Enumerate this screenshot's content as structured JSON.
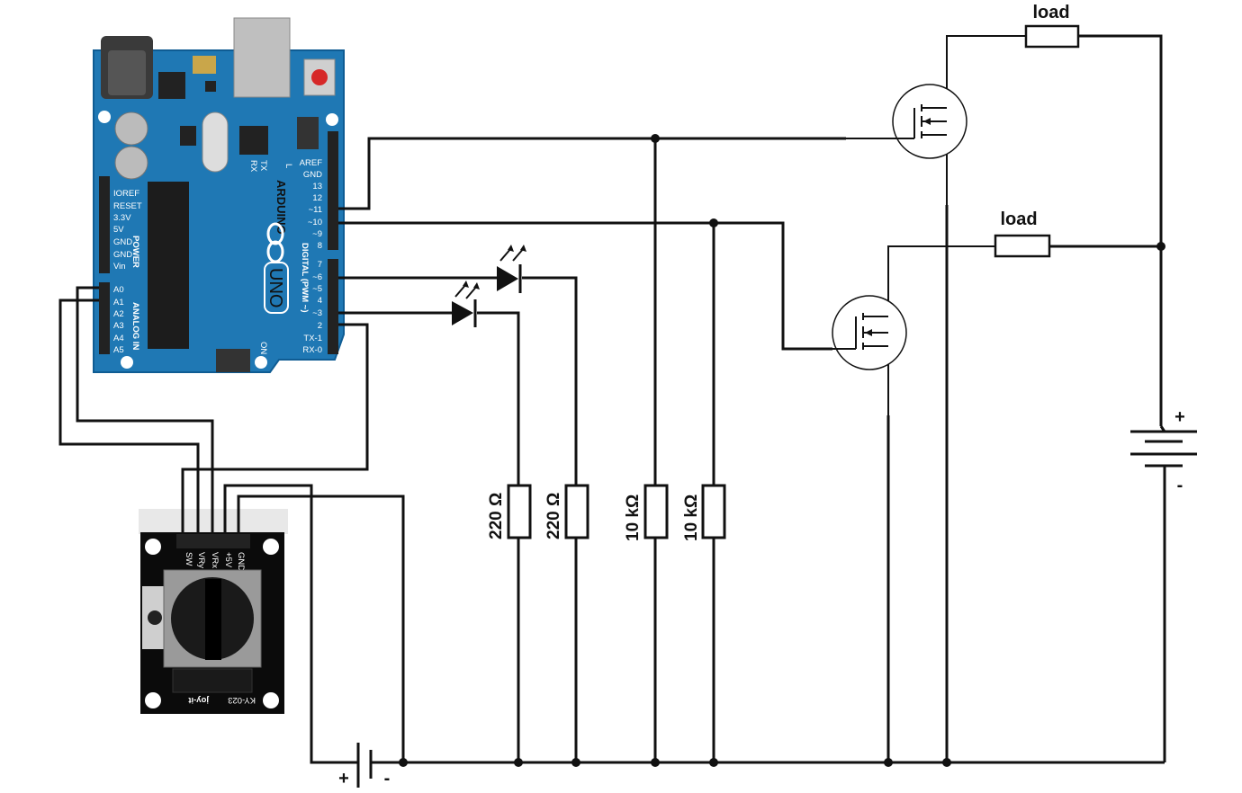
{
  "load_top_label": "load",
  "load_mid_label": "load",
  "battery_right": {
    "plus": "+",
    "minus": "-"
  },
  "battery_bottom": {
    "plus": "+",
    "minus": "-"
  },
  "resistors": [
    {
      "value": "220 Ω"
    },
    {
      "value": "220 Ω"
    },
    {
      "value": "10 kΩ"
    },
    {
      "value": "10 kΩ"
    }
  ],
  "arduino": {
    "brand": "ARDUINO",
    "model": "UNO",
    "on_label": "ON",
    "header_left_pins": [
      "IOREF",
      "RESET",
      "3.3V",
      "5V",
      "GND",
      "GND",
      "Vin"
    ],
    "power_label": "POWER",
    "analog_pins": [
      "A0",
      "A1",
      "A2",
      "A3",
      "A4",
      "A5"
    ],
    "analog_label": "ANALOG IN",
    "digital_top_pins": [
      "AREF",
      "GND",
      "13",
      "12",
      "~11",
      "~10",
      "~9",
      "8"
    ],
    "digital_bottom_pins": [
      "7",
      "~6",
      "~5",
      "4",
      "~3",
      "2",
      "TX-1",
      "RX-0"
    ],
    "digital_label": "DIGITAL (PWM ~)",
    "led_labels": [
      "L",
      "TX",
      "RX"
    ],
    "board_color": "#1f78b4"
  },
  "joystick": {
    "pins": [
      "SW",
      "VRy",
      "VRx",
      "+5V",
      "GND"
    ],
    "model": "KY-023",
    "brand": "joy-it"
  }
}
